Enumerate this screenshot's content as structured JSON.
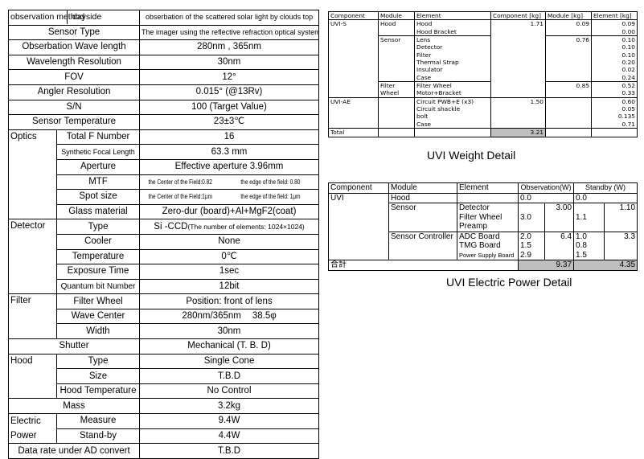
{
  "spec": {
    "obs_method_label": "observation method",
    "obs_method_value": "dayside",
    "obs_method_desc": "obserbation of the scattered solar  light by clouds top",
    "sensor_type": {
      "label": "Sensor Type",
      "value": "The imager using the reflective refraction optical system"
    },
    "wave_length": {
      "label": "Obserbation Wave length",
      "value": "280nm , 365nm"
    },
    "wave_resolution": {
      "label": "Wavelength Resolution",
      "value": "30nm"
    },
    "fov": {
      "label": "FOV",
      "value": "12°"
    },
    "angler_resolution": {
      "label": "Angler Resolution",
      "value": "0.015° (@13Rv)"
    },
    "sn": {
      "label": "S/N",
      "value": "100 (Target Value)"
    },
    "sensor_temp": {
      "label": "Sensor Temperature",
      "value": "23±3℃"
    },
    "optics": {
      "label": "Optics",
      "f_number": {
        "label": "Total F Number",
        "value": "16"
      },
      "focal_length": {
        "label": "Synthetic Focal Length",
        "value": "63.3 mm"
      },
      "aperture": {
        "label": "Aperture",
        "value": "Effective aperture 3.96mm"
      },
      "mtf": {
        "label": "MTF",
        "center": "the Center of the Field:0.82",
        "edge": "the edge of the field: 0.80"
      },
      "spot": {
        "label": "Spot size",
        "center": "the Center of the Field:1μm",
        "edge": "the edge of the field: 1μm"
      },
      "glass": {
        "label": "Glass material",
        "value": "Zero-dur (board)+Al+MgF2(coat)"
      }
    },
    "detector": {
      "label": "Detector",
      "type": {
        "label": "Type",
        "value": "Si -CCD",
        "note": "(The number of elements: 1024×1024)"
      },
      "cooler": {
        "label": "Cooler",
        "value": "None"
      },
      "temperature": {
        "label": "Temperature",
        "value": "0℃"
      },
      "exposure": {
        "label": "Exposure Time",
        "value": "1sec"
      },
      "quantum": {
        "label": "Quantum bit Number",
        "value": "12bit"
      }
    },
    "filter": {
      "label": "Filter",
      "wheel": {
        "label": "Filter Wheel",
        "value": "Position: front of lens"
      },
      "wave_center": {
        "label": "Wave Center",
        "value": "280nm/365nm",
        "value2": "38.5φ"
      },
      "width": {
        "label": "Width",
        "value": "30nm"
      }
    },
    "shutter": {
      "label": "Shutter",
      "value": "Mechanical (T. B. D)"
    },
    "hood": {
      "label": "Hood",
      "type": {
        "label": "Type",
        "value": "Single Cone"
      },
      "size": {
        "label": "Size",
        "value": "T.B.D"
      },
      "temperature": {
        "label": "Hood Temperature",
        "value": "No Control"
      }
    },
    "mass": {
      "label": "Mass",
      "value": "3.2kg"
    },
    "electric": {
      "label1": "Electric",
      "label2": "Power",
      "measure": {
        "label": "Measure",
        "value": "9.4W"
      },
      "standby": {
        "label": "Stand-by",
        "value": "4.4W"
      }
    },
    "data_rate": {
      "label": "Data rate under AD convert",
      "value": "T.B.D"
    }
  },
  "weight": {
    "caption": "UVI  Weight Detail",
    "headers": [
      "Component",
      "Module",
      "Element",
      "Component [kg]",
      "Module [kg]",
      "Element [kg]"
    ],
    "rows": [
      [
        "UVI-S",
        "Hood",
        "Hood",
        "1.71",
        "0.09",
        "0.09"
      ],
      [
        "",
        "",
        "Hood Bracket",
        "",
        "",
        "0.00"
      ],
      [
        "",
        "Sensor",
        "Lens",
        "",
        "0.76",
        "0.10"
      ],
      [
        "",
        "",
        "Detector",
        "",
        "",
        "0.10"
      ],
      [
        "",
        "",
        "Filter",
        "",
        "",
        "0.10"
      ],
      [
        "",
        "",
        "Thermal Strap",
        "",
        "",
        "0.20"
      ],
      [
        "",
        "",
        "Insulator",
        "",
        "",
        "0.02"
      ],
      [
        "",
        "",
        "Case",
        "",
        "",
        "0.24"
      ],
      [
        "",
        "Filter",
        "Filter Wheel",
        "",
        "0.85",
        "0.52"
      ],
      [
        "",
        "Wheel",
        "Motor+Bracket",
        "",
        "",
        "0.33"
      ],
      [
        "UVI-AE",
        "",
        "Circuit PWB+E (x3)",
        "1.50",
        "",
        "0.60"
      ],
      [
        "",
        "",
        "Circuit shackle",
        "",
        "",
        "0.05"
      ],
      [
        "",
        "",
        "bolt",
        "",
        "",
        "0.135"
      ],
      [
        "",
        "",
        "Case",
        "",
        "",
        "0.71"
      ]
    ],
    "total_label": "Total",
    "total_value": "3.21"
  },
  "power": {
    "caption": "UVI Electric Power Detail",
    "headers": [
      "Component",
      "Module",
      "Element",
      "Observation(W)",
      "Standby (W)"
    ],
    "component": "UVI",
    "hood": {
      "module": "Hood",
      "obs": "0.0",
      "stb": "0.0"
    },
    "sensor": {
      "module": "Sensor",
      "elements": [
        "Detector",
        "Filter Wheel",
        "Preamp"
      ],
      "obs_sum": "3.00",
      "obs": "3.0",
      "stb_sum": "1.10",
      "stb": "1.1"
    },
    "controller": {
      "module": "Sensor Controller",
      "elements": [
        "ADC Board",
        "TMG Board",
        "Power Supply Board"
      ],
      "obs": [
        "2.0",
        "1.5",
        "2.9"
      ],
      "obs_sum": "6.4",
      "stb": [
        "1.0",
        "0.8",
        "1.5"
      ],
      "stb_sum": "3.3"
    },
    "total_label": "合計",
    "total_obs": "9.37",
    "total_stb": "4.35"
  }
}
